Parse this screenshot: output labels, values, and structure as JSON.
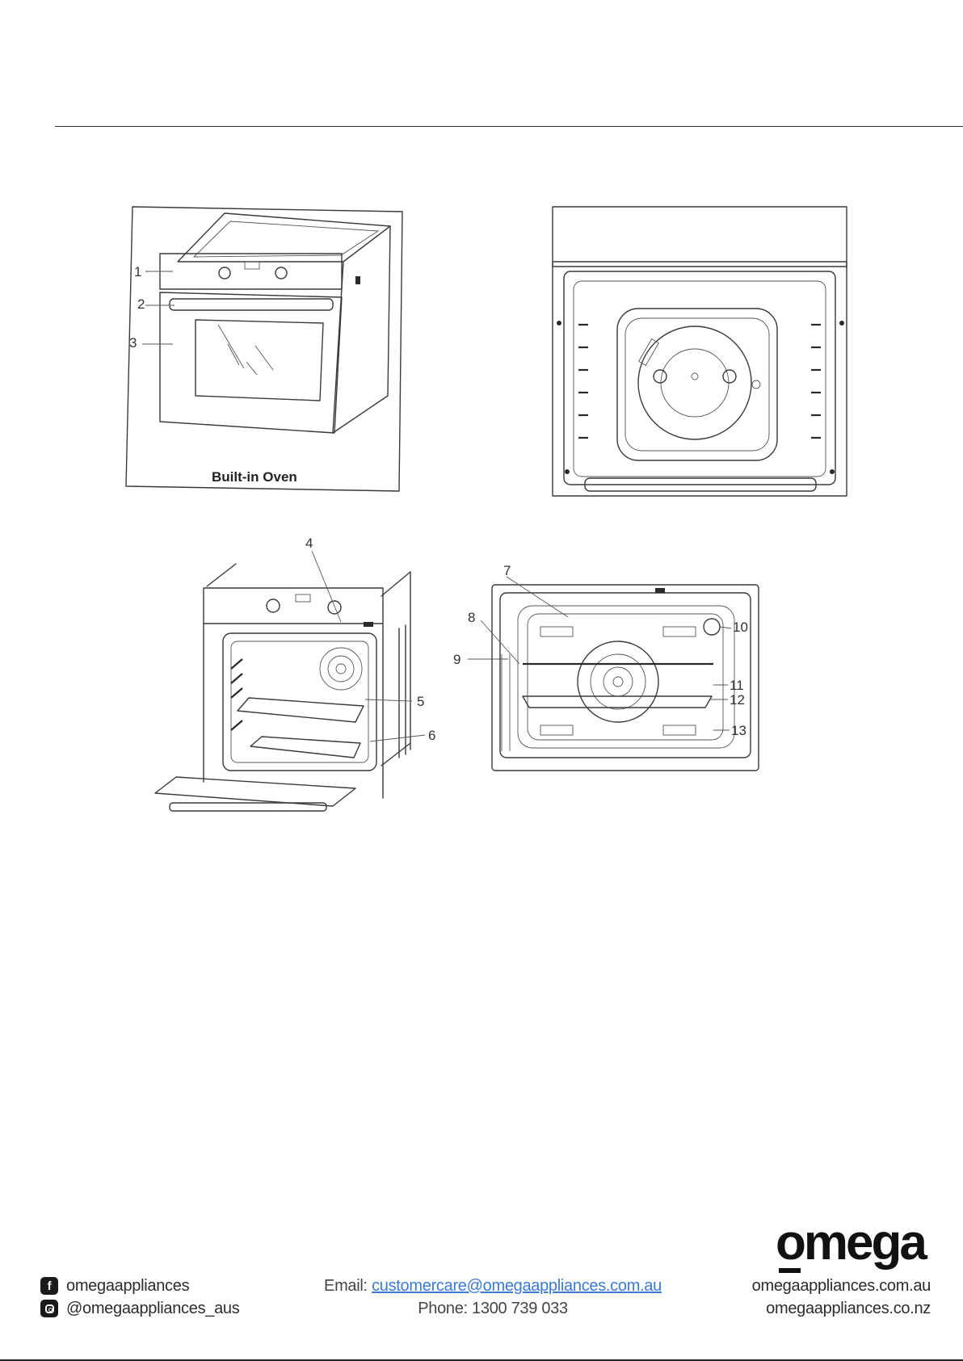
{
  "figures": {
    "builtin": {
      "caption": "Built-in Oven",
      "callouts": [
        "1",
        "2",
        "3"
      ]
    },
    "open_oven": {
      "callouts": [
        "4",
        "5",
        "6"
      ]
    },
    "cavity": {
      "callouts": [
        "7",
        "8",
        "9",
        "10",
        "11",
        "12",
        "13"
      ]
    }
  },
  "footer": {
    "social": {
      "facebook_icon": "facebook-icon",
      "facebook": "omegaappliances",
      "instagram_icon": "instagram-icon",
      "instagram": "@omegaappliances_aus"
    },
    "contact": {
      "email_label": "Email:",
      "email": "customercare@omegaappliances.com.au",
      "phone": "Phone: 1300 739 033"
    },
    "logo": {
      "first": "o",
      "rest": "mega"
    },
    "sites": [
      "omegaappliances.com.au",
      "omegaappliances.co.nz"
    ]
  },
  "colors": {
    "link": "#3a7bd5",
    "text": "#2c2c2c"
  }
}
